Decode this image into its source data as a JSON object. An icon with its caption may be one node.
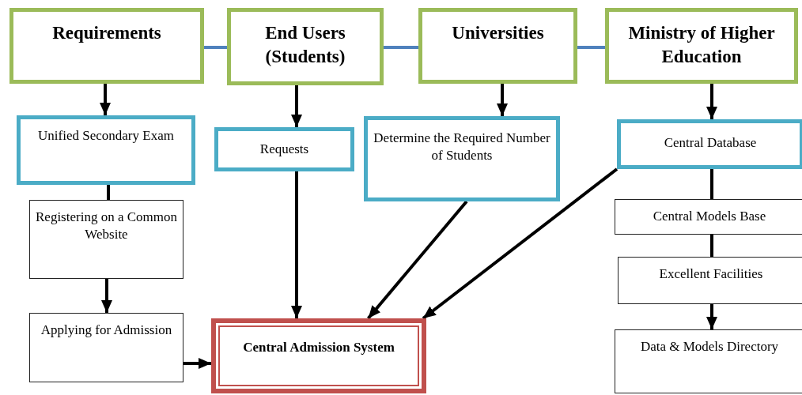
{
  "diagram": {
    "nodes": [
      {
        "text": [
          "Requirements"
        ]
      },
      {
        "text": [
          "End Users (Students)"
        ]
      },
      {
        "text": [
          "Universities"
        ]
      },
      {
        "text": [
          "Ministry of Higher Education"
        ]
      },
      {
        "text": [
          "Unified Secondary Exam"
        ]
      },
      {
        "text": [
          "Requests"
        ]
      },
      {
        "text": [
          "Determine the Required Number of Students"
        ]
      },
      {
        "text": [
          "Central Database"
        ]
      },
      {
        "text": [
          "Registering on a Common Website"
        ]
      },
      {
        "text": [
          "Applying for Admission"
        ]
      },
      {
        "text": [
          "Central Admission System"
        ]
      },
      {
        "text": [
          "Central Models Base"
        ]
      },
      {
        "text": [
          "Excellent Facilities"
        ]
      },
      {
        "text": [
          "Data & Models Directory"
        ]
      }
    ],
    "edges": [
      {
        "from": 0,
        "to": 1,
        "arrow": "none",
        "color": "#4f81bd"
      },
      {
        "from": 1,
        "to": 2,
        "arrow": "none",
        "color": "#4f81bd"
      },
      {
        "from": 2,
        "to": 3,
        "arrow": "none",
        "color": "#4f81bd"
      },
      {
        "from": 0,
        "to": 4,
        "arrow": "to"
      },
      {
        "from": 1,
        "to": 5,
        "arrow": "to"
      },
      {
        "from": 2,
        "to": 6,
        "arrow": "to"
      },
      {
        "from": 3,
        "to": 7,
        "arrow": "to"
      },
      {
        "from": 4,
        "to": 8,
        "arrow": "none"
      },
      {
        "from": 8,
        "to": 9,
        "arrow": "to"
      },
      {
        "from": 9,
        "to": 10,
        "arrow": "to"
      },
      {
        "from": 5,
        "to": 10,
        "arrow": "to"
      },
      {
        "from": 6,
        "to": 10,
        "arrow": "to"
      },
      {
        "from": 7,
        "to": 10,
        "arrow": "to"
      },
      {
        "from": 7,
        "to": 11,
        "arrow": "none"
      },
      {
        "from": 11,
        "to": 12,
        "arrow": "none"
      },
      {
        "from": 12,
        "to": 13,
        "arrow": "to"
      }
    ]
  }
}
